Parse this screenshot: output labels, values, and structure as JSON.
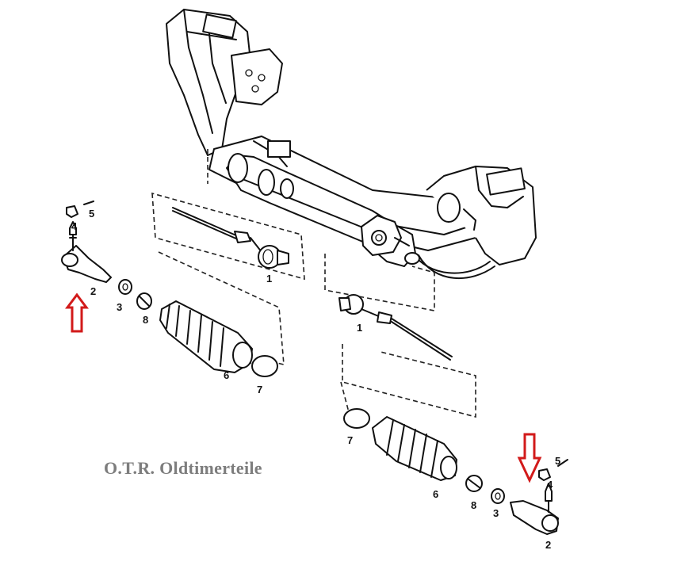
{
  "watermark": "O.T.R. Oldtimerteile",
  "callouts": {
    "left": {
      "c1": "1",
      "c2": "2",
      "c3": "3",
      "c4": "4",
      "c5": "5",
      "c6": "6",
      "c7": "7",
      "c8": "8"
    },
    "right": {
      "c1": "1",
      "c2": "2",
      "c3": "3",
      "c4": "4",
      "c5": "5",
      "c6": "6",
      "c7": "7",
      "c8": "8"
    }
  },
  "colors": {
    "arrow": "#d21a1a",
    "linework": "#111111",
    "watermark": "#7d7d7d"
  },
  "icons": {
    "left_arrow": "arrow-up-icon",
    "right_arrow": "arrow-down-icon"
  }
}
